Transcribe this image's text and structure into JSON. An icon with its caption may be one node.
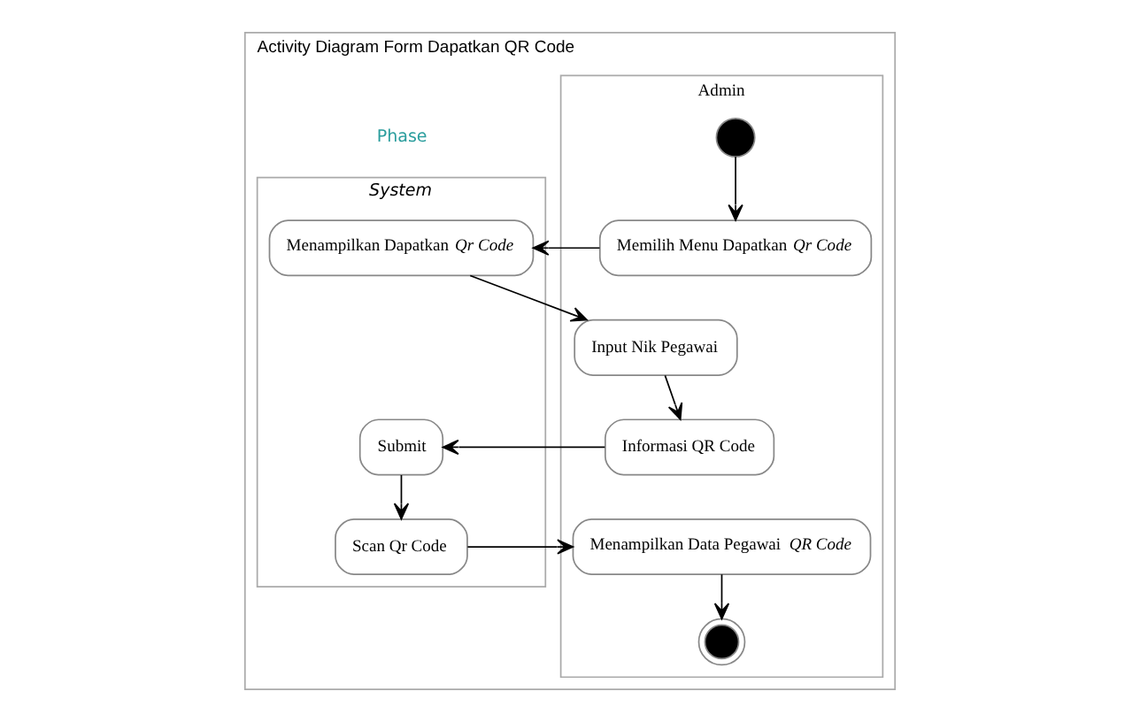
{
  "diagram": {
    "nodes": [
      {
        "text": [
          "Activity Diagram Form Dapatkan QR Code"
        ]
      },
      {
        "text": [
          "Admin"
        ],
        "in": 0
      },
      {
        "text": [
          "System"
        ],
        "in": 0
      },
      {
        "text": [],
        "shape": "circle",
        "in": 1
      },
      {
        "text": [
          "Memilih Menu Dapatkan *Qr Code*"
        ],
        "in": 1
      },
      {
        "text": [
          "Menampilkan Dapatkan *Qr Code*"
        ],
        "in": 2
      },
      {
        "text": [
          "Input Nik Pegawai"
        ],
        "in": 1
      },
      {
        "text": [
          "Informasi QR Code"
        ],
        "in": 1
      },
      {
        "text": [
          "Submit"
        ],
        "in": 2
      },
      {
        "text": [
          "Menampilkan Data Pegawai *QR Code*"
        ],
        "in": 1
      },
      {
        "text": [
          "Scan Qr Code"
        ],
        "in": 2
      },
      {
        "text": [],
        "shape": "bullseye",
        "in": 1
      }
    ],
    "edges": [
      {
        "from": 3,
        "to": 4,
        "arrow": "to"
      },
      {
        "from": 4,
        "to": 5,
        "arrow": "to"
      },
      {
        "from": 5,
        "to": 6,
        "arrow": "to"
      },
      {
        "from": 6,
        "to": 7,
        "arrow": "to"
      },
      {
        "from": 7,
        "to": 8,
        "arrow": "to"
      },
      {
        "from": 8,
        "to": 10,
        "arrow": "to"
      },
      {
        "from": 10,
        "to": 9,
        "arrow": "to"
      },
      {
        "from": 9,
        "to": 11,
        "arrow": "to"
      }
    ],
    "labels": [
      "Phase"
    ]
  }
}
